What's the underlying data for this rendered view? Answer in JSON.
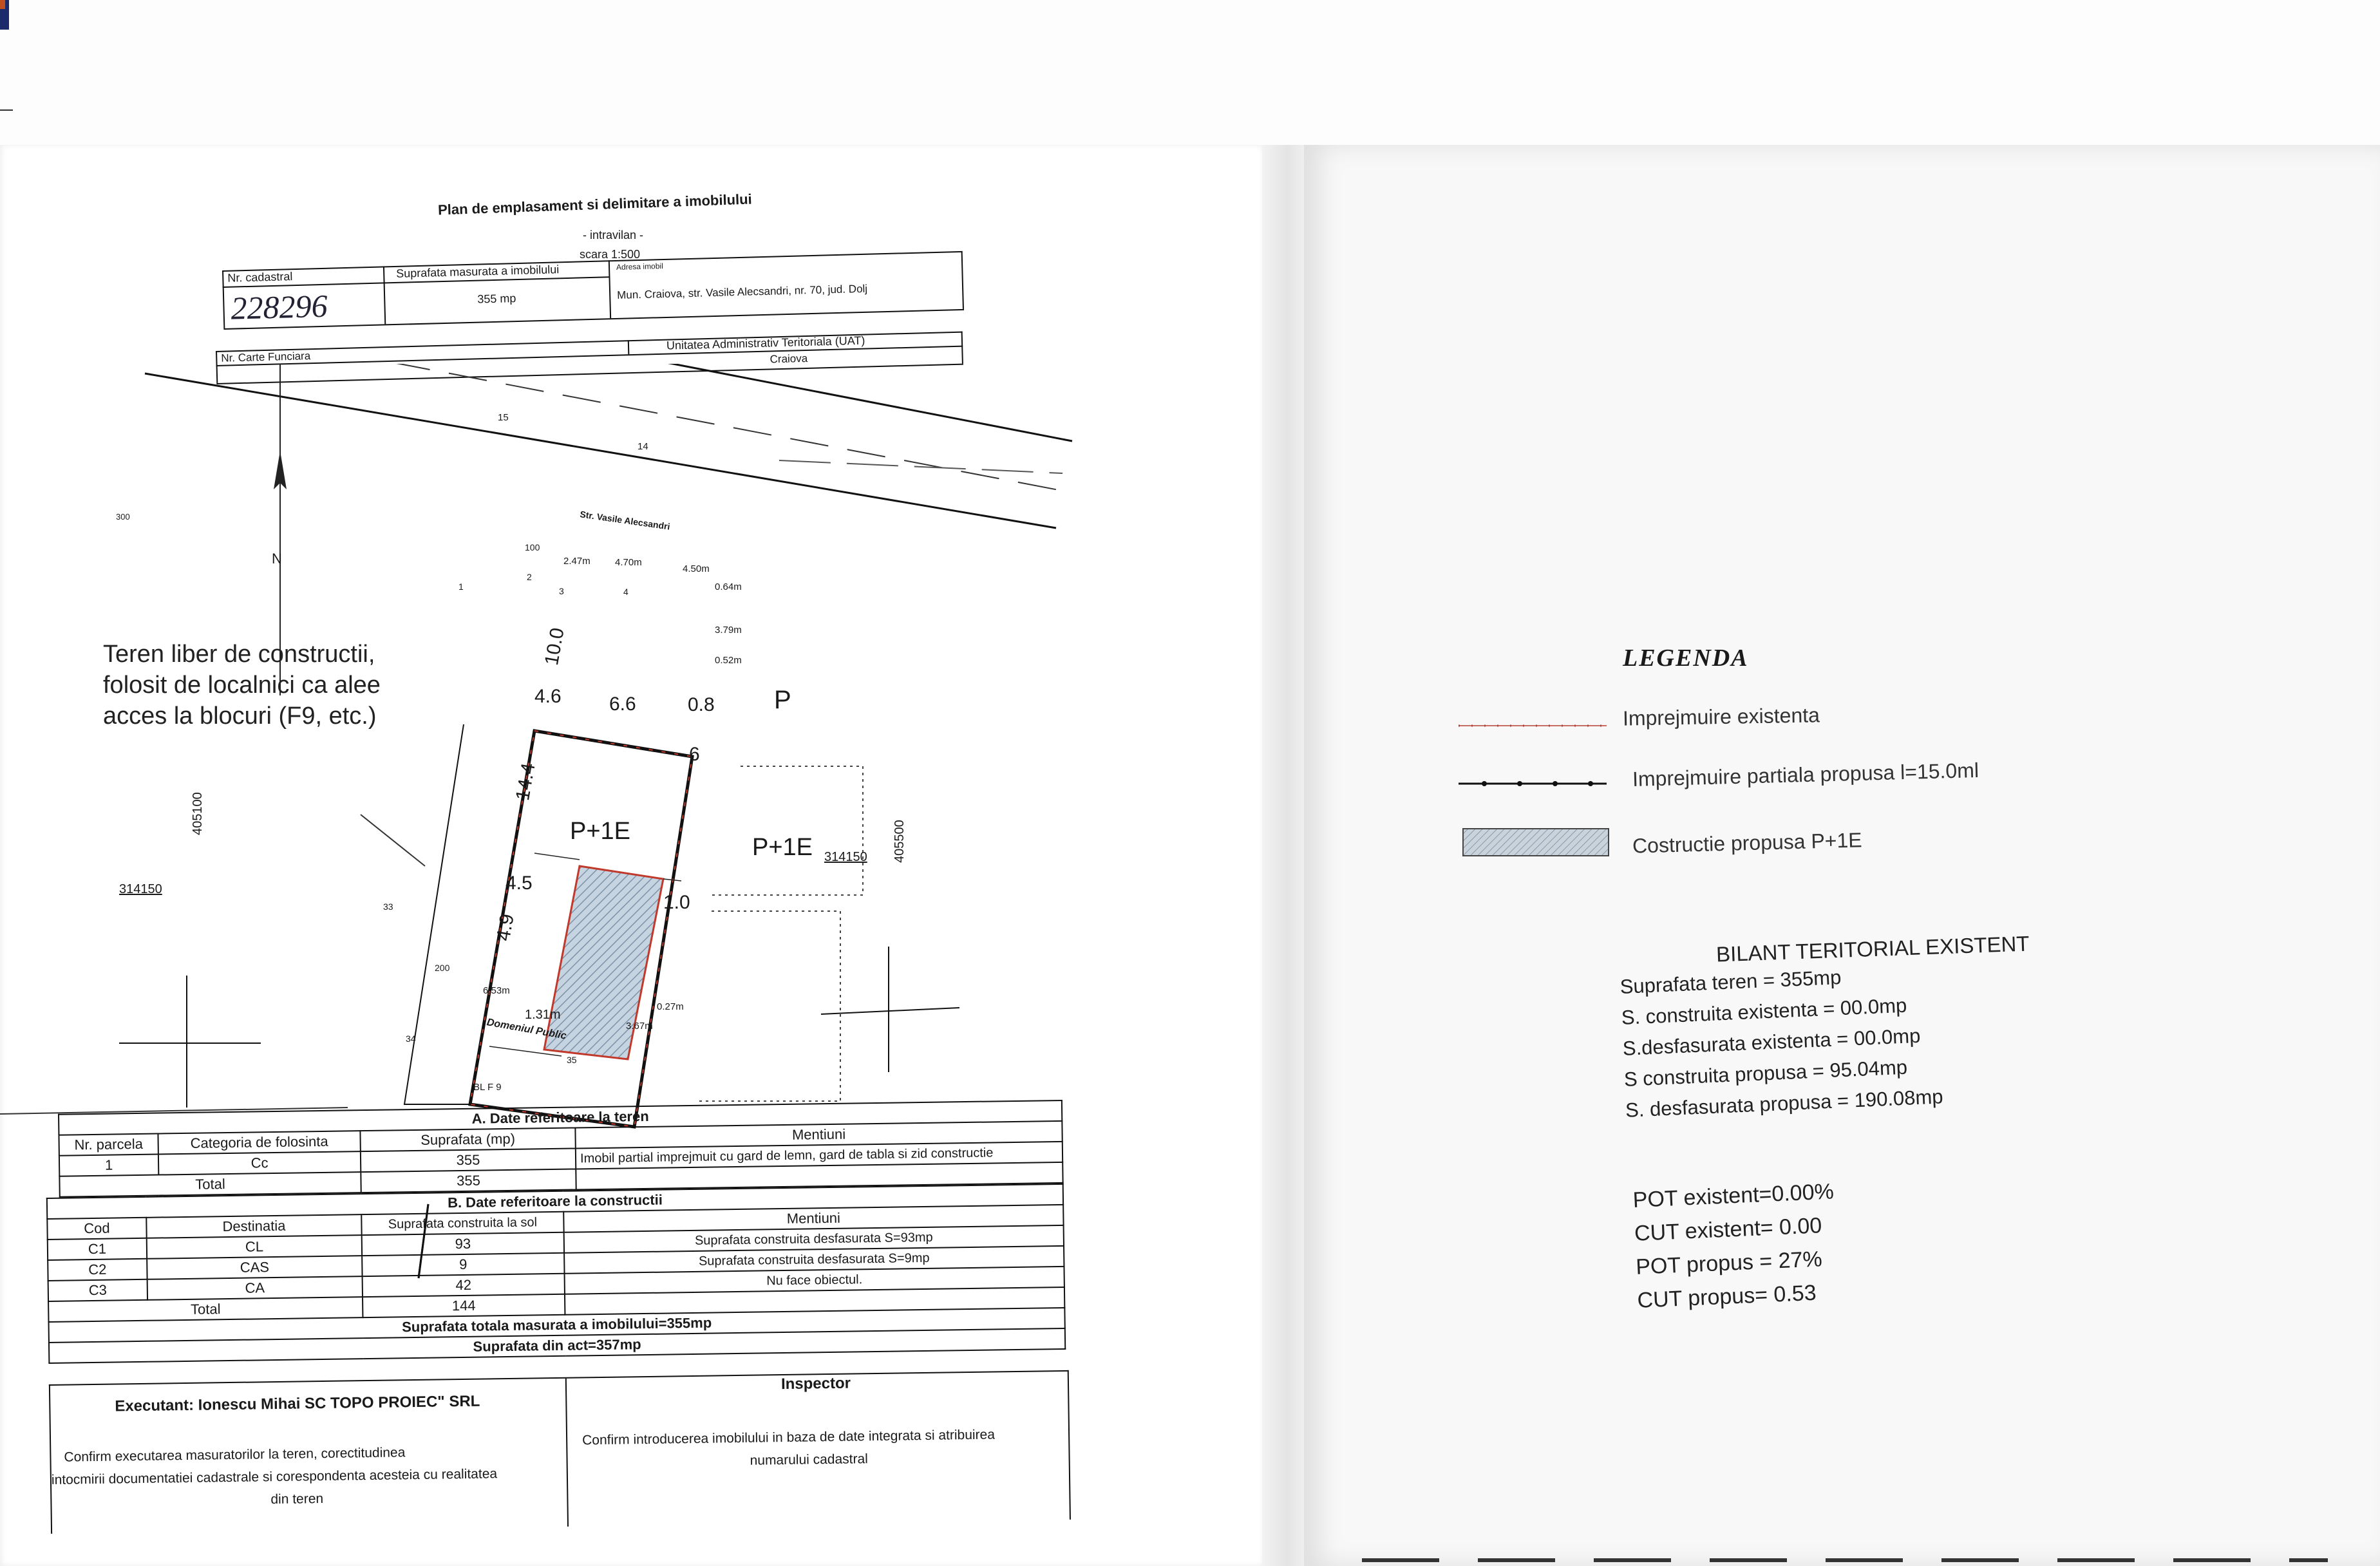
{
  "header": {
    "title": "Plan de emplasament si delimitare a imobilului",
    "subtitle": "- intravilan -",
    "scale": "scara 1:500"
  },
  "id_table": {
    "cadastral_label": "Nr. cadastral",
    "cadastral_value": "228296",
    "area_label": "Suprafata masurata a imobilului",
    "area_value": "355 mp",
    "address_label": "Adresa imobil",
    "address_value": "Mun. Craiova, str. Vasile Alecsandri, nr. 70, jud. Dolj",
    "land_book_label": "Nr. Carte Funciara",
    "uat_label": "Unitatea Administrativ Teritoriala (UAT)",
    "uat_value": "Craiova"
  },
  "plan": {
    "street_label": "Str. Vasile Alecsandri",
    "north": "N",
    "note_lines": [
      "Teren liber de constructii,",
      "folosit de localnici ca alee",
      "acces la blocuri (F9, etc.)"
    ],
    "building_label": "P+1E",
    "neighbor_p": "P",
    "neighbor_p1e": "P+1E",
    "public_domain": "Domeniul Public",
    "block_label": "BL F 9",
    "coord_x": "314150",
    "coord_y": "405100",
    "coord_y2": "405500",
    "pt_15": "15",
    "pt_14": "14",
    "pt_300": "300",
    "pt_100": "100",
    "pt_200": "200",
    "pt_1": "1",
    "pt_2": "2",
    "pt_3": "3",
    "pt_4": "4",
    "pt_33": "33",
    "pt_34": "34",
    "pt_35": "35",
    "dims": {
      "d_100": "10.0",
      "d_46": "4.6",
      "d_66": "6.6",
      "d_08": "0.8",
      "d_144": "14.4",
      "d_45": "4.5",
      "d_49": "4.9",
      "d_10": "1.0",
      "d_6": "6",
      "d_247": "2.47m",
      "d_470": "4.70m",
      "d_450": "4.50m",
      "d_064": "0.64m",
      "d_379": "3.79m",
      "d_052": "0.52m",
      "d_653": "6.53m",
      "d_131": "1.31m",
      "d_027": "0.27m",
      "d_367": "3.67m"
    }
  },
  "table_a": {
    "title": "A. Date referitoare la teren",
    "headers": [
      "Nr. parcela",
      "Categoria de folosinta",
      "Suprafata (mp)",
      "Mentiuni"
    ],
    "row": [
      "1",
      "Cc",
      "355",
      "Imobil partial imprejmuit cu gard de lemn, gard de tabla si zid constructie"
    ],
    "total_label": "Total",
    "total_value": "355"
  },
  "table_b": {
    "title": "B. Date referitoare la constructii",
    "headers": [
      "Cod",
      "Destinatia",
      "Suprafata construita la sol",
      "Mentiuni"
    ],
    "rows": [
      [
        "C1",
        "CL",
        "93",
        "Suprafata construita desfasurata S=93mp"
      ],
      [
        "C2",
        "CAS",
        "9",
        "Suprafata construita desfasurata S=9mp"
      ],
      [
        "C3",
        "CA",
        "42",
        "Nu face obiectul."
      ]
    ],
    "total_label": "Total",
    "total_value": "144",
    "measured_total": "Suprafata totala masurata a imobilului=355mp",
    "deed_area": "Suprafata din act=357mp"
  },
  "signatures": {
    "executant": "Executant: Ionescu Mihai   SC TOPO PROIEC\" SRL",
    "executant_text_1": "Confirm executarea masuratorilor la teren,                 corectitudinea",
    "executant_text_2": "intocmirii documentatiei cadastrale si corespondenta acesteia cu realitatea",
    "executant_text_3": "din teren",
    "inspector": "Inspector",
    "inspector_text_1": "Confirm introducerea imobilului in baza de date integrata si atribuirea",
    "inspector_text_2": "numarului cadastral"
  },
  "legend": {
    "title": "LEGENDA",
    "items": [
      {
        "label": "Imprejmuire existenta",
        "icon": "red-dotted-line"
      },
      {
        "label": "Imprejmuire partiala propusa l=15.0ml",
        "icon": "black-dotted-line"
      },
      {
        "label": "Costructie propusa  P+1E",
        "icon": "hatched-box"
      }
    ]
  },
  "bilant": {
    "title": "BILANT TERITORIAL EXISTENT",
    "lines": [
      "Suprafata teren = 355mp",
      "S. construita existenta = 00.0mp",
      "S.desfasurata existenta = 00.0mp",
      "S construita propusa = 95.04mp",
      "S. desfasurata propusa = 190.08mp"
    ],
    "indices": [
      "POT existent=0.00%",
      "CUT existent= 0.00",
      "POT propus = 27%",
      "CUT propus= 0.53"
    ]
  },
  "colors": {
    "fence_existing": "#c0392b",
    "fence_proposed": "#111111",
    "building_hatch": "#9fb3c8",
    "ink": "#1a1a1a"
  }
}
